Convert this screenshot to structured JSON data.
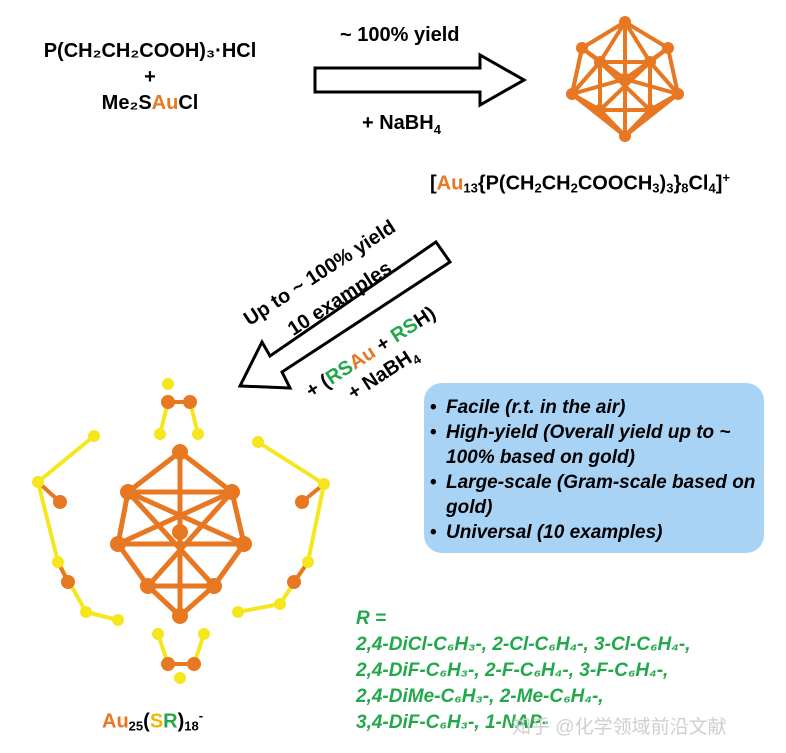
{
  "reactants": {
    "line1": "P(CH₂CH₂COOH)₃·HCl",
    "plus": "+",
    "line3_prefix": "Me₂S",
    "line3_au": "Au",
    "line3_suffix": "Cl"
  },
  "top_arrow": {
    "above": "~ 100% yield",
    "below_prefix": "+ NaBH",
    "below_sub": "4"
  },
  "au13_formula": {
    "open": "[",
    "au": "Au",
    "au_sub": "13",
    "rest1": "{P(CH",
    "s1": "2",
    "rest2": "CH",
    "s2": "2",
    "rest3": "COOCH",
    "s3": "3",
    "rest4": ")",
    "s4": "3",
    "rest5": "}",
    "s5": "8",
    "rest6": "Cl",
    "s6": "4",
    "rest7": "]",
    "charge": "+"
  },
  "diag_arrow": {
    "line1": "Up to ~ 100% yield",
    "line2": "10 examples",
    "line3_a": "+ (",
    "line3_rs1": "RS",
    "line3_au": "Au",
    "line3_plus": " + ",
    "line3_rs2": "RS",
    "line3_h": "H)",
    "line4_prefix": "+ NaBH",
    "line4_sub": "4"
  },
  "features": [
    "Facile (r.t. in the air)",
    "High-yield (Overall yield up to ~ 100% based on gold)",
    "Large-scale (Gram-scale based on gold)",
    "Universal (10 examples)"
  ],
  "r_groups": {
    "header": "R =",
    "lines": [
      "2,4-DiCl-C₆H₃-, 2-Cl-C₆H₄-, 3-Cl-C₆H₄-,",
      "2,4-DiF-C₆H₃-, 2-F-C₆H₄-, 3-F-C₆H₄-,",
      "2,4-DiMe-C₆H₃-, 2-Me-C₆H₄-,",
      "3,4-DiF-C₆H₃-, 1-NAP-"
    ]
  },
  "au25_formula": {
    "au": "Au",
    "au_sub": "25",
    "open": "(",
    "s": "S",
    "r": "R",
    "close": ")",
    "sub": "18",
    "charge": "-"
  },
  "watermark": "知乎 @化学领域前沿文献",
  "colors": {
    "gold": "#e87722",
    "sulfur": "#f5e61e",
    "green": "#22a84a",
    "box": "#a9d3f5"
  }
}
